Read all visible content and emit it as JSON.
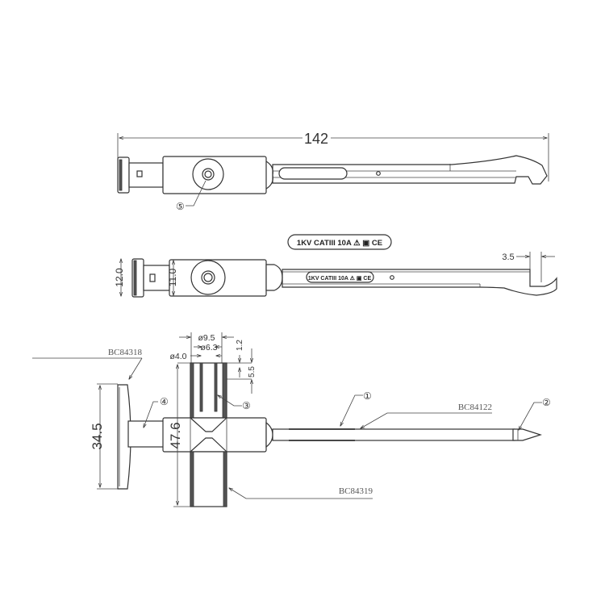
{
  "drawing": {
    "title": "Test probe technical drawing",
    "views": {
      "top_view": {
        "overall_length_label": "142",
        "callout_5": "⑤"
      },
      "side_view": {
        "marking_label": "1KV CATIII 10A ⚠ ▣ CE",
        "marking_label_small": "1KV CATIII 10A ⚠ ▣ CE",
        "dim_head_dia": "12.0",
        "dim_body_dia": "11.0",
        "dim_tip_gap": "3.5"
      },
      "section_view": {
        "dim_outer_dia": "ø9.5",
        "dim_inner_dia": "ø6.3",
        "dim_hole_dia": "ø4.0",
        "dim_top_offset": "1.2",
        "dim_depth": "5.5",
        "dim_cap_length": "34.5",
        "dim_body_length": "47.6",
        "part_cap": "BC84318",
        "part_needle": "BC84122",
        "part_sleeve": "BC84319",
        "callout_1": "①",
        "callout_2": "②",
        "callout_3": "③",
        "callout_4": "④"
      }
    }
  }
}
